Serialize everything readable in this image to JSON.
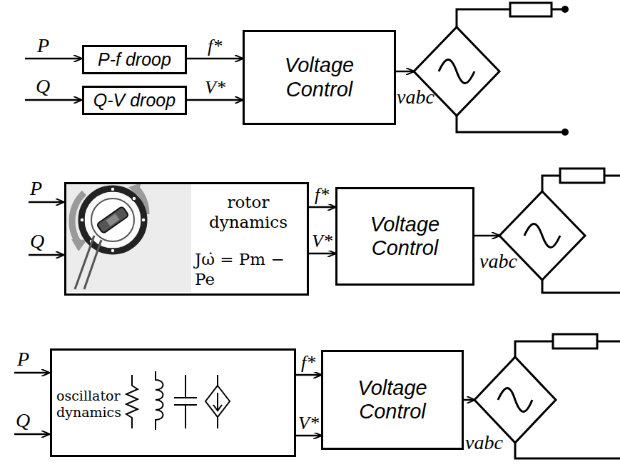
{
  "diagram": {
    "nodes": [
      {
        "text": [
          "P-f droop"
        ]
      },
      {
        "text": [
          "Q-V droop"
        ]
      },
      {
        "text": [
          "Voltage Control"
        ]
      },
      {
        "text": [
          "rotor dynamics",
          "Jω̇ = Pm − Pe"
        ]
      },
      {
        "text": [
          "Voltage Control"
        ]
      },
      {
        "text": [
          "oscillator dynamics"
        ]
      },
      {
        "text": [
          "Voltage Control"
        ]
      }
    ],
    "edges": [
      {
        "from": 0,
        "to": 2,
        "arrow": "to",
        "label": "f*"
      },
      {
        "from": 1,
        "to": 2,
        "arrow": "to",
        "label": "V*"
      },
      {
        "from": 3,
        "to": 4,
        "arrow": "to",
        "label": "f*"
      },
      {
        "from": 3,
        "to": 4,
        "arrow": "to",
        "label": "V*"
      },
      {
        "from": 5,
        "to": 6,
        "arrow": "to",
        "label": "f*"
      },
      {
        "from": 5,
        "to": 6,
        "arrow": "to",
        "label": "V*"
      }
    ],
    "labels": [
      "P",
      "Q",
      "vabc",
      "P",
      "Q",
      "vabc",
      "P",
      "Q",
      "vabc"
    ]
  }
}
